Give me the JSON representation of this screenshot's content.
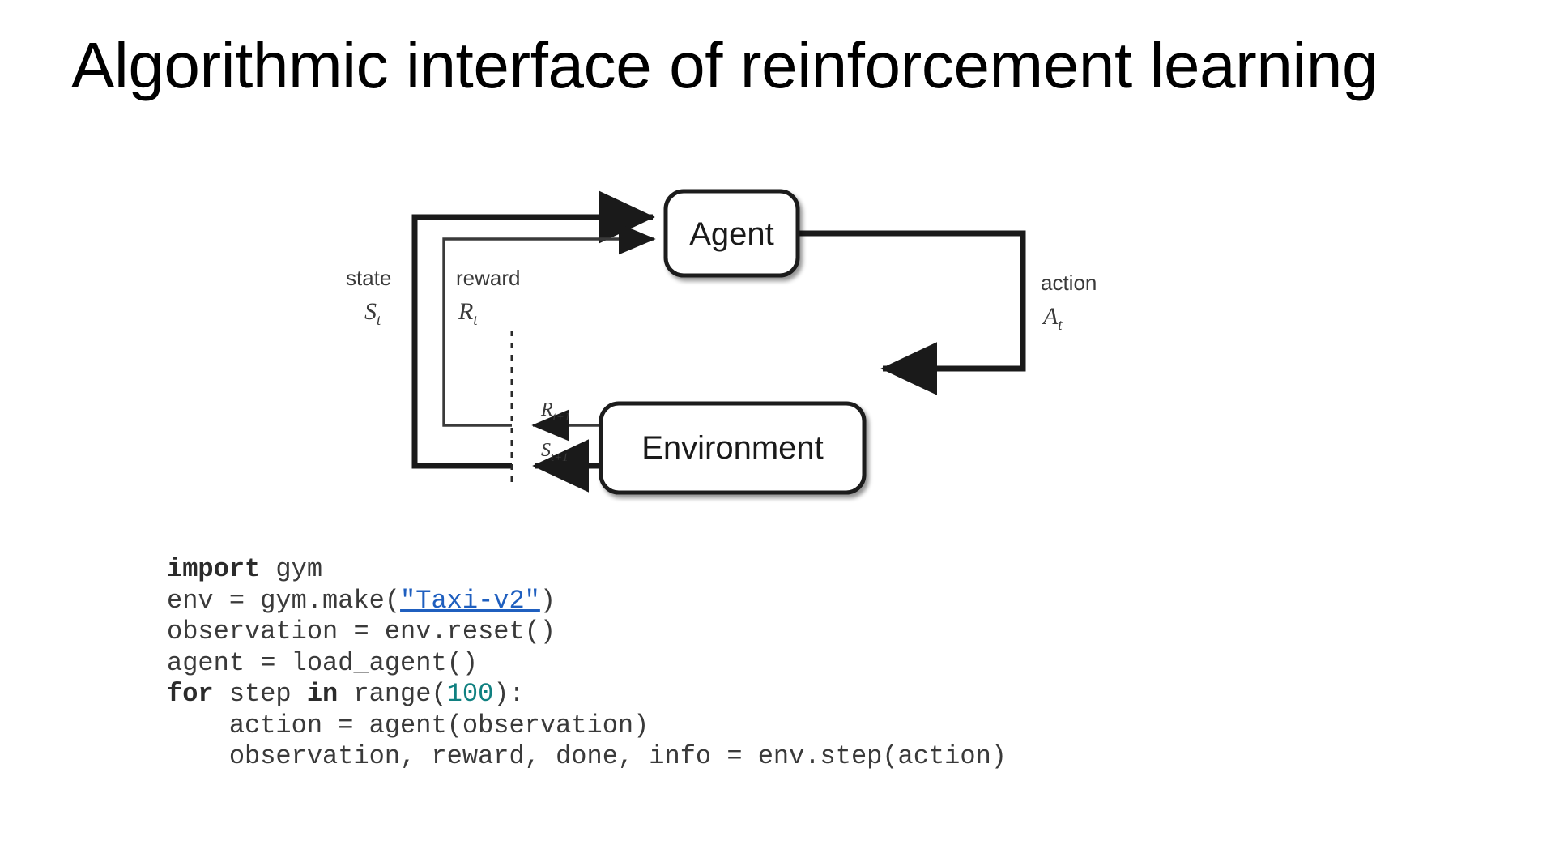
{
  "slide": {
    "title": "Algorithmic interface of reinforcement learning",
    "background_color": "#ffffff"
  },
  "diagram": {
    "name": "reinforcement-learning-loop",
    "nodes": [
      {
        "id": "agent",
        "label": "Agent"
      },
      {
        "id": "environment",
        "label": "Environment"
      }
    ],
    "edges": [
      {
        "id": "state",
        "label": "state",
        "symbol": "S",
        "subscript": "t",
        "from": "environment",
        "to": "agent",
        "weight": "thick"
      },
      {
        "id": "reward",
        "label": "reward",
        "symbol": "R",
        "subscript": "t",
        "from": "environment",
        "to": "agent",
        "weight": "thin"
      },
      {
        "id": "action",
        "label": "action",
        "symbol": "A",
        "subscript": "t",
        "from": "agent",
        "to": "environment",
        "weight": "thick"
      }
    ],
    "next_step_labels": [
      {
        "id": "reward-next",
        "symbol": "R",
        "subscript": "t+1"
      },
      {
        "id": "state-next",
        "symbol": "S",
        "subscript": "t+1"
      }
    ],
    "time_separator": "dashed-vertical-line",
    "stroke_color": "#1a1a1a",
    "box_fill": "#ffffff"
  },
  "code": {
    "language": "python",
    "colors": {
      "text": "#3a3a3a",
      "keyword": "#2b2b2b",
      "link": "#1f5fbf",
      "number": "#108080"
    },
    "lines": [
      {
        "id": "line-1",
        "tokens": [
          {
            "t": "import",
            "k": "kw"
          },
          {
            "t": " gym",
            "k": "plain"
          }
        ]
      },
      {
        "id": "line-2",
        "tokens": [
          {
            "t": "env = gym.make(",
            "k": "plain"
          },
          {
            "t": "\"Taxi-v2\"",
            "k": "link"
          },
          {
            "t": ")",
            "k": "plain"
          }
        ]
      },
      {
        "id": "line-3",
        "tokens": [
          {
            "t": "observation = env.reset()",
            "k": "plain"
          }
        ]
      },
      {
        "id": "line-4",
        "tokens": [
          {
            "t": "agent = load_agent()",
            "k": "plain"
          }
        ]
      },
      {
        "id": "line-5",
        "tokens": [
          {
            "t": "for",
            "k": "kw"
          },
          {
            "t": " step ",
            "k": "plain"
          },
          {
            "t": "in",
            "k": "kw"
          },
          {
            "t": " range(",
            "k": "plain"
          },
          {
            "t": "100",
            "k": "num"
          },
          {
            "t": "):",
            "k": "plain"
          }
        ]
      },
      {
        "id": "line-6",
        "tokens": [
          {
            "t": "    action = agent(observation)",
            "k": "plain"
          }
        ]
      },
      {
        "id": "line-7",
        "tokens": [
          {
            "t": "    observation, reward, done, info = env.step(action)",
            "k": "plain"
          }
        ]
      }
    ]
  }
}
